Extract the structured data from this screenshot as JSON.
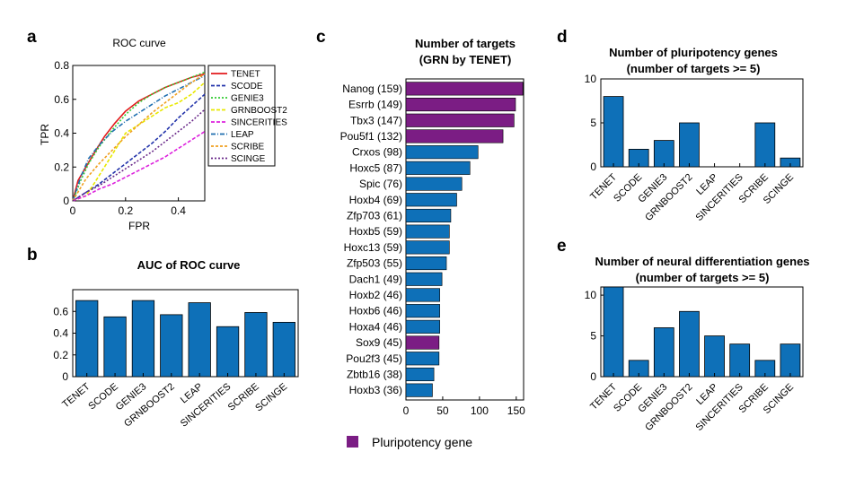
{
  "colors": {
    "bar": "#0e70b8",
    "pluripotency": "#7b1d84",
    "axis": "#000000"
  },
  "panels": [
    {
      "letter": "a"
    },
    {
      "letter": "b"
    },
    {
      "letter": "c"
    },
    {
      "letter": "d"
    },
    {
      "letter": "e"
    }
  ],
  "chart_data": [
    {
      "id": "a",
      "type": "line",
      "title": "ROC curve",
      "xlabel": "FPR",
      "ylabel": "TPR",
      "xlim": [
        0,
        0.5
      ],
      "ylim": [
        0,
        0.8
      ],
      "xticks": [
        0,
        0.2,
        0.4
      ],
      "yticks": [
        0,
        0.2,
        0.4,
        0.6,
        0.8
      ],
      "legend_position": "outside-right",
      "series": [
        {
          "name": "TENET",
          "color": "#e31a1c",
          "dash": "solid",
          "x": [
            0,
            0.02,
            0.05,
            0.08,
            0.12,
            0.16,
            0.2,
            0.25,
            0.3,
            0.35,
            0.4,
            0.45,
            0.5
          ],
          "y": [
            0,
            0.12,
            0.2,
            0.28,
            0.38,
            0.46,
            0.53,
            0.59,
            0.63,
            0.67,
            0.7,
            0.73,
            0.75
          ]
        },
        {
          "name": "SCODE",
          "color": "#2233aa",
          "dash": "4,2",
          "x": [
            0,
            0.05,
            0.1,
            0.15,
            0.2,
            0.25,
            0.3,
            0.35,
            0.4,
            0.45,
            0.5
          ],
          "y": [
            0,
            0.05,
            0.1,
            0.16,
            0.22,
            0.28,
            0.34,
            0.41,
            0.49,
            0.56,
            0.63
          ]
        },
        {
          "name": "GENIE3",
          "color": "#33cc33",
          "dash": "2,2",
          "x": [
            0,
            0.03,
            0.06,
            0.1,
            0.15,
            0.2,
            0.25,
            0.3,
            0.35,
            0.4,
            0.45,
            0.5
          ],
          "y": [
            0,
            0.12,
            0.22,
            0.32,
            0.42,
            0.51,
            0.58,
            0.63,
            0.67,
            0.7,
            0.73,
            0.76
          ]
        },
        {
          "name": "GRNBOOST2",
          "color": "#e8e800",
          "dash": "4,2",
          "x": [
            0,
            0.05,
            0.08,
            0.12,
            0.16,
            0.2,
            0.25,
            0.3,
            0.35,
            0.4,
            0.45,
            0.5
          ],
          "y": [
            0,
            0.03,
            0.1,
            0.2,
            0.3,
            0.4,
            0.45,
            0.5,
            0.55,
            0.58,
            0.63,
            0.7
          ]
        },
        {
          "name": "SINCERITIES",
          "color": "#dd22dd",
          "dash": "4,2",
          "x": [
            0,
            0.05,
            0.1,
            0.15,
            0.2,
            0.25,
            0.3,
            0.35,
            0.4,
            0.45,
            0.5
          ],
          "y": [
            0,
            0.03,
            0.07,
            0.1,
            0.14,
            0.18,
            0.22,
            0.26,
            0.31,
            0.36,
            0.41
          ]
        },
        {
          "name": "LEAP",
          "color": "#1f6fb0",
          "dash": "5,2,1,2",
          "x": [
            0,
            0.03,
            0.06,
            0.1,
            0.15,
            0.2,
            0.25,
            0.3,
            0.35,
            0.4,
            0.45,
            0.5
          ],
          "y": [
            0,
            0.14,
            0.25,
            0.33,
            0.41,
            0.47,
            0.52,
            0.57,
            0.62,
            0.66,
            0.7,
            0.74
          ]
        },
        {
          "name": "SCRIBE",
          "color": "#f0a020",
          "dash": "3,2",
          "x": [
            0,
            0.05,
            0.1,
            0.15,
            0.2,
            0.25,
            0.3,
            0.35,
            0.4,
            0.45,
            0.5
          ],
          "y": [
            0,
            0.13,
            0.22,
            0.3,
            0.38,
            0.45,
            0.52,
            0.58,
            0.64,
            0.7,
            0.75
          ]
        },
        {
          "name": "SCINGE",
          "color": "#6a2a8a",
          "dash": "2,2",
          "x": [
            0,
            0.05,
            0.1,
            0.15,
            0.2,
            0.25,
            0.3,
            0.35,
            0.4,
            0.45,
            0.5
          ],
          "y": [
            0,
            0.05,
            0.09,
            0.14,
            0.19,
            0.24,
            0.29,
            0.35,
            0.41,
            0.47,
            0.54
          ]
        }
      ]
    },
    {
      "id": "b",
      "type": "bar",
      "title": "AUC of ROC curve",
      "ylim": [
        0,
        0.8
      ],
      "yticks": [
        0,
        0.2,
        0.4,
        0.6
      ],
      "categories": [
        "TENET",
        "SCODE",
        "GENIE3",
        "GRNBOOST2",
        "LEAP",
        "SINCERITIES",
        "SCRIBE",
        "SCINGE"
      ],
      "values": [
        0.7,
        0.55,
        0.7,
        0.57,
        0.68,
        0.46,
        0.59,
        0.5
      ]
    },
    {
      "id": "c",
      "type": "bar",
      "orientation": "horizontal",
      "title": "Number of targets",
      "subtitle": "(GRN by TENET)",
      "xlim": [
        0,
        160
      ],
      "xticks": [
        0,
        50,
        100,
        150
      ],
      "categories": [
        "Nanog (159)",
        "Esrrb (149)",
        "Tbx3 (147)",
        "Pou5f1 (132)",
        "Crxos (98)",
        "Hoxc5 (87)",
        "Spic (76)",
        "Hoxb4 (69)",
        "Zfp703 (61)",
        "Hoxb5 (59)",
        "Hoxc13 (59)",
        "Zfp503 (55)",
        "Dach1 (49)",
        "Hoxb2 (46)",
        "Hoxb6 (46)",
        "Hoxa4 (46)",
        "Sox9 (45)",
        "Pou2f3 (45)",
        "Zbtb16 (38)",
        "Hoxb3 (36)"
      ],
      "values": [
        159,
        149,
        147,
        132,
        98,
        87,
        76,
        69,
        61,
        59,
        59,
        55,
        49,
        46,
        46,
        46,
        45,
        45,
        38,
        36
      ],
      "pluripotency": [
        true,
        true,
        true,
        true,
        false,
        false,
        false,
        false,
        false,
        false,
        false,
        false,
        false,
        false,
        false,
        false,
        true,
        false,
        false,
        false
      ],
      "legend": "Pluripotency gene",
      "legend_position": "bottom"
    },
    {
      "id": "d",
      "type": "bar",
      "title": "Number of pluripotency genes",
      "subtitle": "(number of targets >= 5)",
      "ylim": [
        0,
        10
      ],
      "yticks": [
        0,
        5,
        10
      ],
      "categories": [
        "TENET",
        "SCODE",
        "GENIE3",
        "GRNBOOST2",
        "LEAP",
        "SINCERITIES",
        "SCRIBE",
        "SCINGE"
      ],
      "values": [
        8,
        2,
        3,
        5,
        0,
        0,
        5,
        1
      ]
    },
    {
      "id": "e",
      "type": "bar",
      "title": "Number of neural differentiation genes",
      "subtitle": "(number of targets >= 5)",
      "ylim": [
        0,
        11
      ],
      "yticks": [
        0,
        5,
        10
      ],
      "categories": [
        "TENET",
        "SCODE",
        "GENIE3",
        "GRNBOOST2",
        "LEAP",
        "SINCERITIES",
        "SCRIBE",
        "SCINGE"
      ],
      "values": [
        11,
        2,
        6,
        8,
        5,
        4,
        2,
        4
      ]
    }
  ]
}
